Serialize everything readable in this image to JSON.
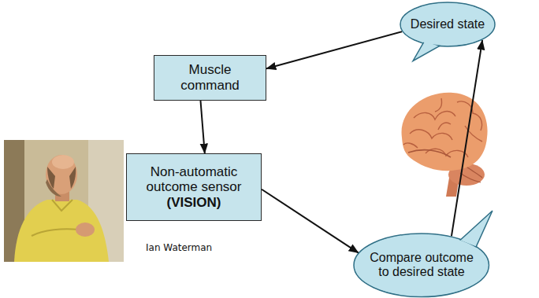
{
  "diagram": {
    "nodes": [
      {
        "text": [
          "Desired state"
        ]
      },
      {
        "text": [
          "Muscle command"
        ]
      },
      {
        "text": [
          "Non-automatic outcome sensor",
          "(VISION)"
        ]
      },
      {
        "text": [
          "Compare outcome to desired state"
        ]
      }
    ],
    "edges": [
      {
        "from": 0,
        "to": 1,
        "arrow": "to"
      },
      {
        "from": 1,
        "to": 2,
        "arrow": "to"
      },
      {
        "from": 2,
        "to": 3,
        "arrow": "to"
      },
      {
        "from": 3,
        "to": 0,
        "arrow": "to"
      }
    ],
    "labels": [
      "Ian Waterman"
    ]
  }
}
